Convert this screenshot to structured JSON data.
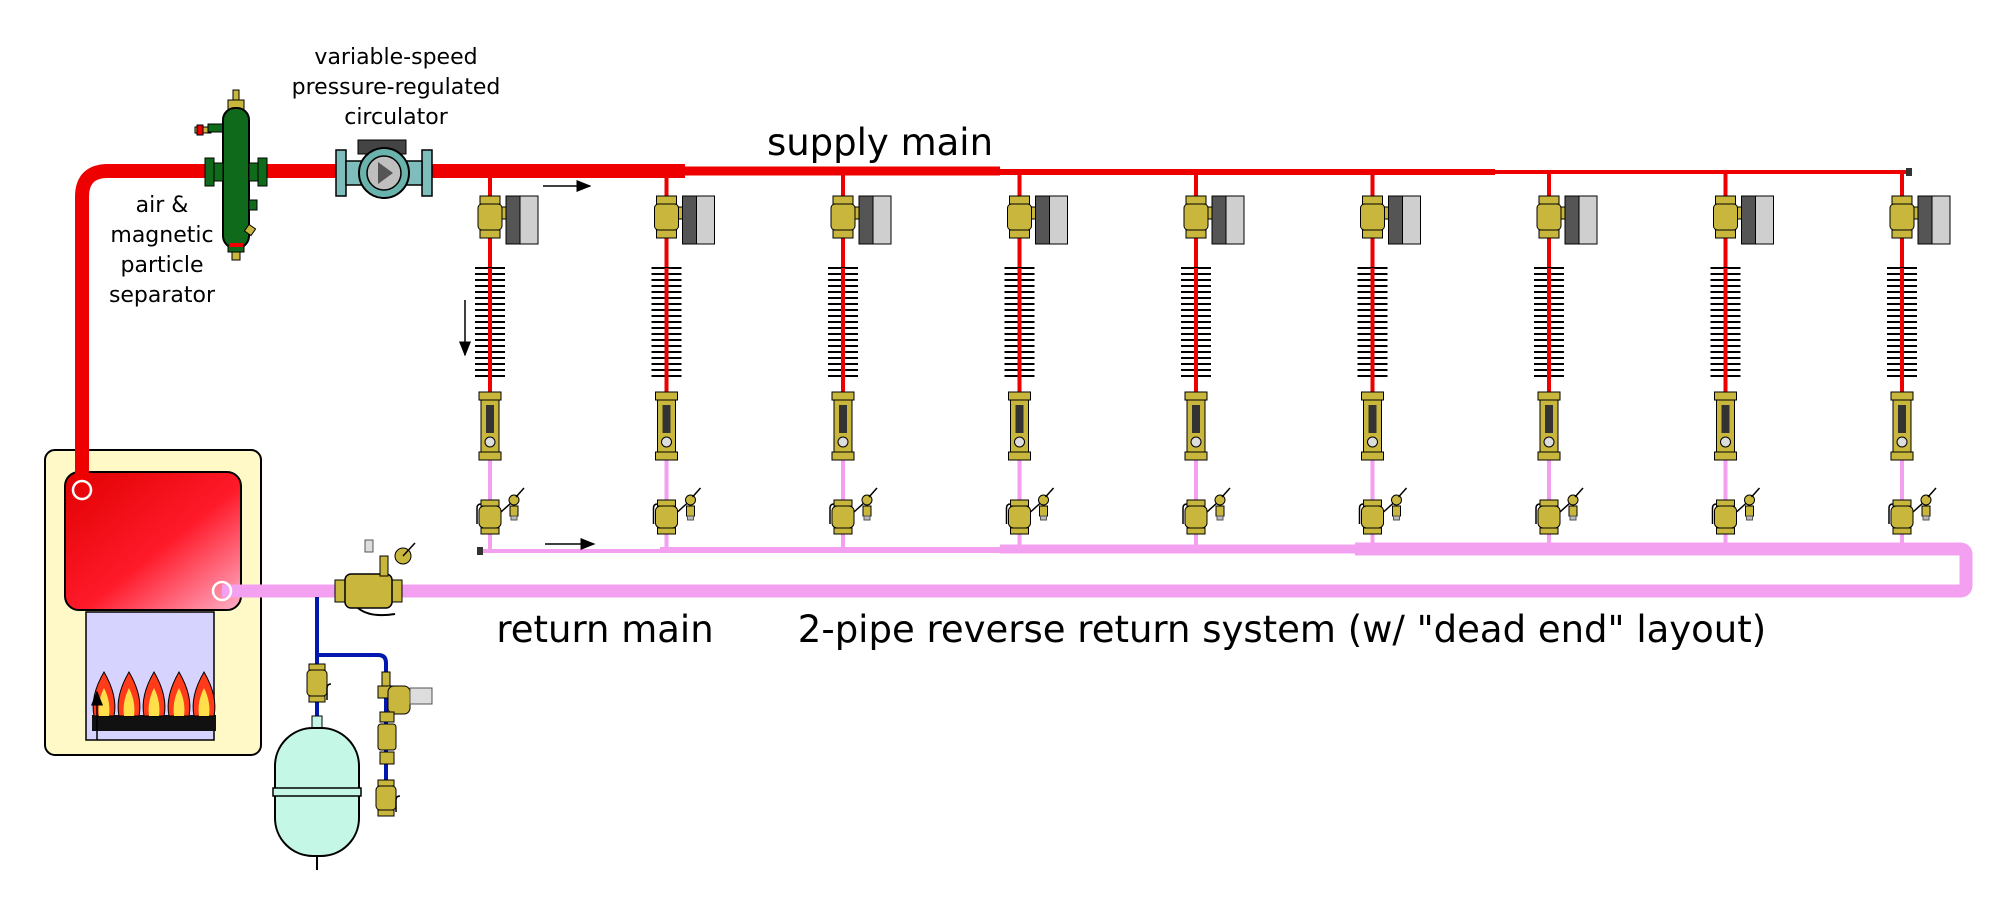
{
  "labels": {
    "circulator_line1": "variable-speed",
    "circulator_line2": "pressure-regulated",
    "circulator_line3": "circulator",
    "supply_main": "supply main",
    "separator_line1": "air &",
    "separator_line2": "magnetic",
    "separator_line3": "particle",
    "separator_line4": "separator",
    "return_main": "return main",
    "system_title": "2-pipe reverse return system (w/ \"dead end\" layout)"
  },
  "branch_count": 9,
  "colors": {
    "supply": "#ee0000",
    "return": "#f4a0f0",
    "expansion": "#0018b0",
    "brass": "#c8b73c",
    "separator": "#0f6a1c",
    "tank": "#c4f7e6",
    "boiler_jacket": "#fff9c8",
    "combustion": "#d7d3ff",
    "actuator": "#555555"
  }
}
